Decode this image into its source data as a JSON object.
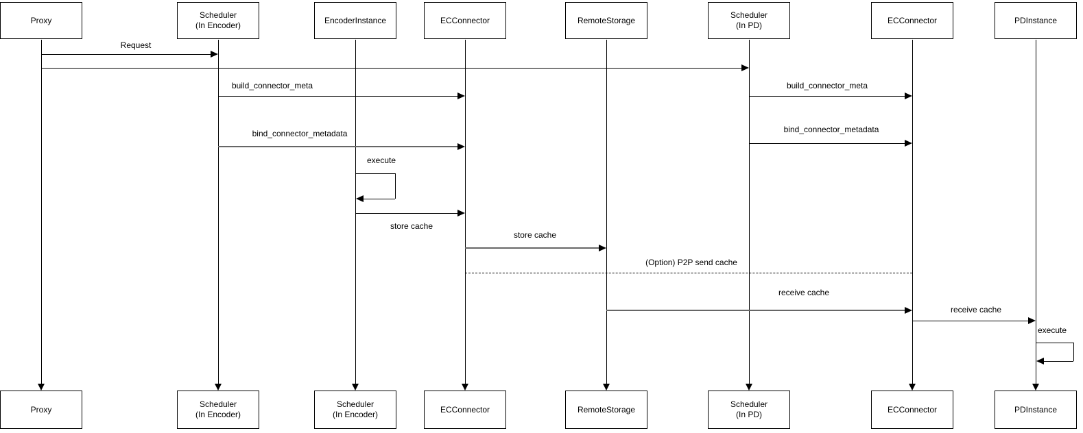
{
  "diagram_type": "uml-sequence-diagram",
  "colors": {
    "background": "#ffffff",
    "line": "#000000",
    "emphasized_line": "#666666",
    "text": "#000000",
    "box_fill": "#ffffff"
  },
  "participants_top": [
    {
      "label": "Proxy"
    },
    {
      "label": "Scheduler\n(In Encoder)"
    },
    {
      "label": "EncoderInstance"
    },
    {
      "label": "ECConnector"
    },
    {
      "label": "RemoteStorage"
    },
    {
      "label": "Scheduler\n(In PD)"
    },
    {
      "label": "ECConnector"
    },
    {
      "label": "PDInstance"
    }
  ],
  "participants_bottom": [
    {
      "label": "Proxy"
    },
    {
      "label": "Scheduler\n(In Encoder)"
    },
    {
      "label": "Scheduler\n(In Encoder)"
    },
    {
      "label": "ECConnector"
    },
    {
      "label": "RemoteStorage"
    },
    {
      "label": "Scheduler\n(In PD)"
    },
    {
      "label": "ECConnector"
    },
    {
      "label": "PDInstance"
    }
  ],
  "messages": {
    "request": {
      "label": "Request",
      "from": "Proxy",
      "to": "Scheduler (In Encoder)"
    },
    "proxy_to_scheduler_pd": {
      "label": "",
      "from": "Proxy",
      "to": "Scheduler (In PD)"
    },
    "build_connector_meta_left": {
      "label": "build_connector_meta",
      "from": "Scheduler (In Encoder)",
      "to": "ECConnector"
    },
    "build_connector_meta_right": {
      "label": "build_connector_meta",
      "from": "Scheduler (In PD)",
      "to": "ECConnector"
    },
    "bind_connector_metadata_left": {
      "label": "bind_connector_metadata",
      "from": "Scheduler (In Encoder)",
      "to": "ECConnector"
    },
    "bind_connector_metadata_right": {
      "label": "bind_connector_metadata",
      "from": "Scheduler (In PD)",
      "to": "ECConnector"
    },
    "execute_encoder": {
      "label": "execute",
      "from": "EncoderInstance",
      "to": "EncoderInstance"
    },
    "store_cache_encoder": {
      "label": "store cache",
      "from": "EncoderInstance",
      "to": "ECConnector"
    },
    "store_cache_remote": {
      "label": "store cache",
      "from": "ECConnector",
      "to": "RemoteStorage"
    },
    "p2p_send_cache": {
      "label": "(Option) P2P send cache",
      "from": "ECConnector",
      "to": "ECConnector",
      "style": "dashed"
    },
    "receive_cache_remote": {
      "label": "receive cache",
      "from": "RemoteStorage",
      "to": "ECConnector"
    },
    "receive_cache_pd": {
      "label": "receive cache",
      "from": "ECConnector",
      "to": "PDInstance"
    },
    "execute_pd": {
      "label": "execute",
      "from": "PDInstance",
      "to": "PDInstance"
    }
  }
}
